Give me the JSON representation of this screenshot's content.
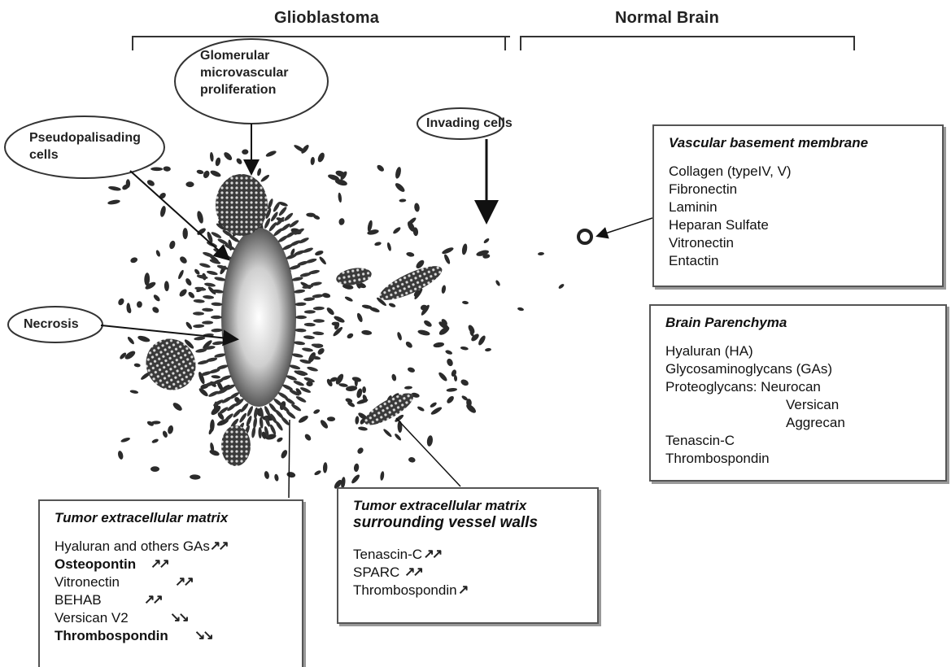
{
  "headers": {
    "left": "Glioblastoma",
    "right": "Normal Brain"
  },
  "bubbles": {
    "glomerular": [
      "Glomerular",
      "microvascular",
      "proliferation"
    ],
    "pseudo": [
      "Pseudopalisading",
      "cells"
    ],
    "invading": "Invading cells",
    "necrosis": "Necrosis"
  },
  "vascular": {
    "title": "Vascular basement membrane",
    "items": [
      "Collagen (typeIV, V)",
      "Fibronectin",
      "Laminin",
      "Heparan Sulfate",
      "Vitronectin",
      "Entactin"
    ]
  },
  "parenchyma": {
    "title": "Brain Parenchyma",
    "items": [
      "Hyaluran (HA)",
      "Glycosaminoglycans (GAs)",
      "Proteoglycans: Neurocan",
      "Versican",
      "Aggrecan",
      "Tenascin-C",
      "Thrombospondin"
    ]
  },
  "tumor_ecm": {
    "title": "Tumor extracellular matrix",
    "items": [
      "Hyaluran and others GAs",
      "Osteopontin",
      "Vitronectin",
      "BEHAB",
      "Versican V2",
      "Thrombospondin"
    ],
    "trends": [
      "up-up",
      "up-up",
      "up-up",
      "up-up",
      "down-down",
      "down-down"
    ]
  },
  "tumor_vessel": {
    "title": [
      "Tumor extracellular matrix",
      "surrounding vessel walls"
    ],
    "items": [
      "Tenascin-C",
      "SPARC",
      "Thrombospondin"
    ],
    "trends": [
      "up-up",
      "up-up",
      "up"
    ]
  },
  "icons": {
    "up": "up-arrow-icon",
    "down": "down-arrow-icon"
  }
}
